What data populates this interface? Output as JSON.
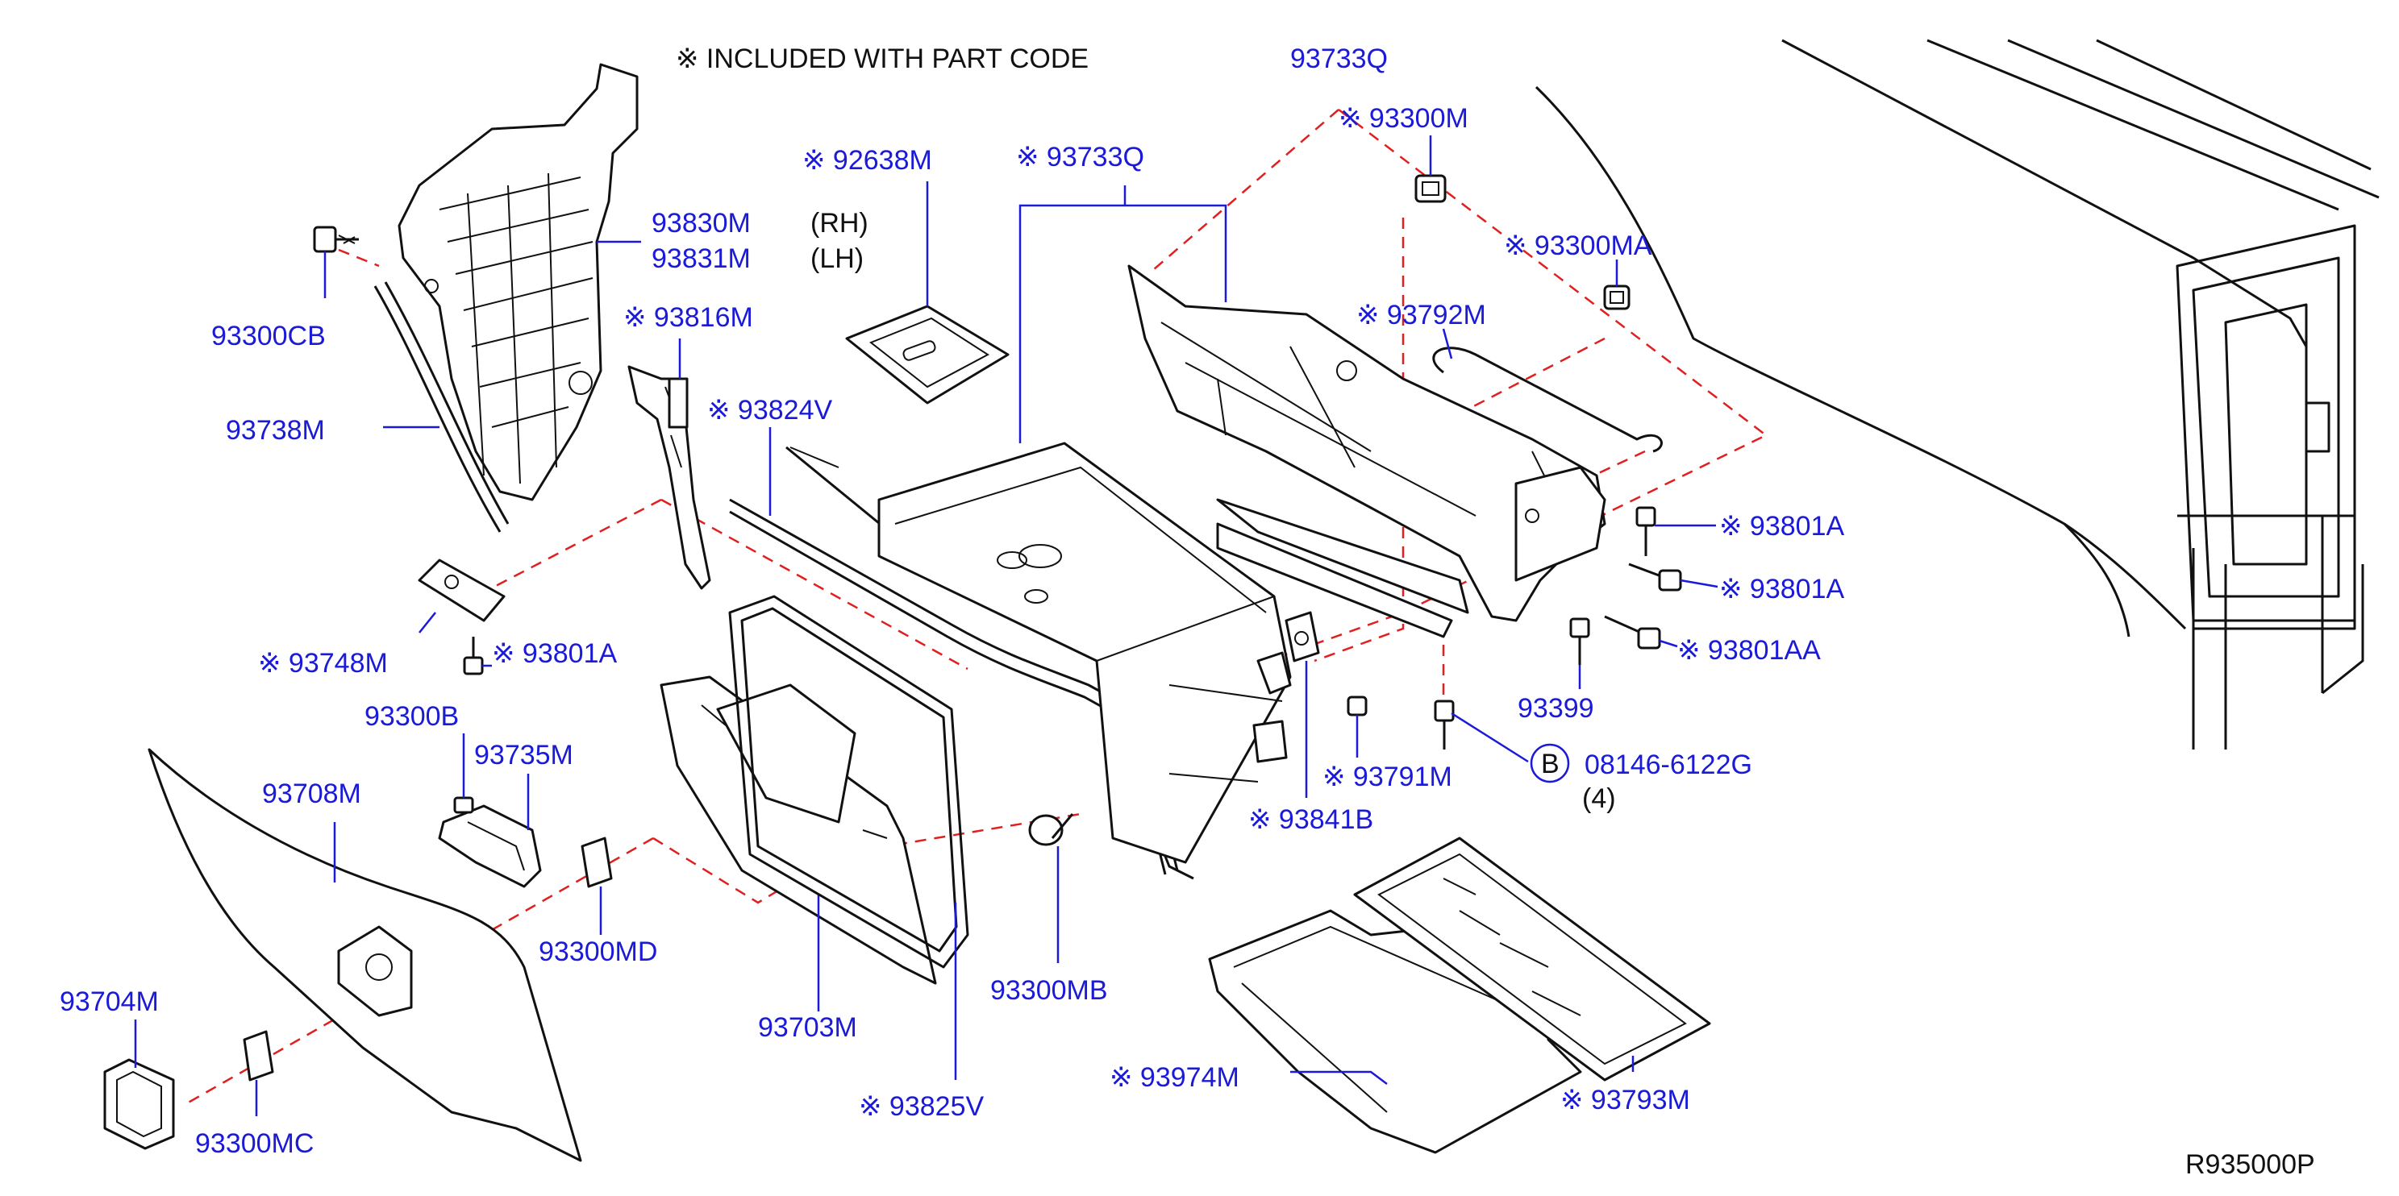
{
  "header": {
    "note": "※ INCLUDED WITH PART CODE",
    "code": "93733Q"
  },
  "footer": {
    "ref": "R935000P"
  },
  "colors": {
    "label": "#1a1ad8",
    "dashed_line": "#e02020",
    "drawing": "#111111"
  },
  "labels": {
    "l_92638M": "※ 92638M",
    "l_93733Q": "※ 93733Q",
    "l_93300M": "※ 93300M",
    "l_93300MA": "※ 93300MA",
    "l_93830M": "93830M",
    "l_93831M": "93831M",
    "l_RH": "(RH)",
    "l_LH": "(LH)",
    "l_93300CB": "93300CB",
    "l_93816M": "※ 93816M",
    "l_93792M": "※ 93792M",
    "l_93738M": "93738M",
    "l_93824V": "※ 93824V",
    "l_93801A_1": "※ 93801A",
    "l_93801A_2": "※ 93801A",
    "l_93801A_3": "※ 93801A",
    "l_93801AA": "※ 93801AA",
    "l_93748M": "※ 93748M",
    "l_93399": "93399",
    "l_93300B": "93300B",
    "l_93735M": "93735M",
    "l_93791M": "※ 93791M",
    "l_B": "B",
    "l_08146": "08146-6122G",
    "l_qty4": "(4)",
    "l_93708M": "93708M",
    "l_93841B": "※ 93841B",
    "l_93300MD": "93300MD",
    "l_93300MB": "93300MB",
    "l_93704M": "93704M",
    "l_93703M": "93703M",
    "l_93974M": "※ 93974M",
    "l_93793M": "※ 93793M",
    "l_93825V": "※ 93825V",
    "l_93300MC": "93300MC"
  }
}
